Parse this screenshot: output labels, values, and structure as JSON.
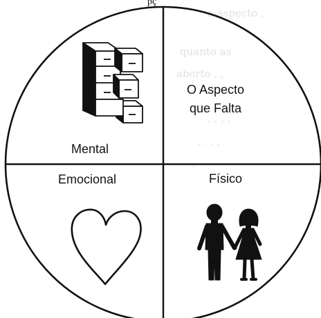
{
  "diagram": {
    "quadrants": {
      "top_left": {
        "label": "Mental",
        "icon": "filing-cabinet-icon"
      },
      "top_right": {
        "label_line1": "O Aspecto",
        "label_line2": "que Falta"
      },
      "bottom_left": {
        "label": "Emocional",
        "icon": "heart-icon"
      },
      "bottom_right": {
        "label": "Físico",
        "icon": "couple-icon"
      }
    },
    "header_fragment": "pç",
    "colors": {
      "ink": "#111111",
      "paper": "#ffffff",
      "bleed_through": "#c8c8c8"
    }
  }
}
